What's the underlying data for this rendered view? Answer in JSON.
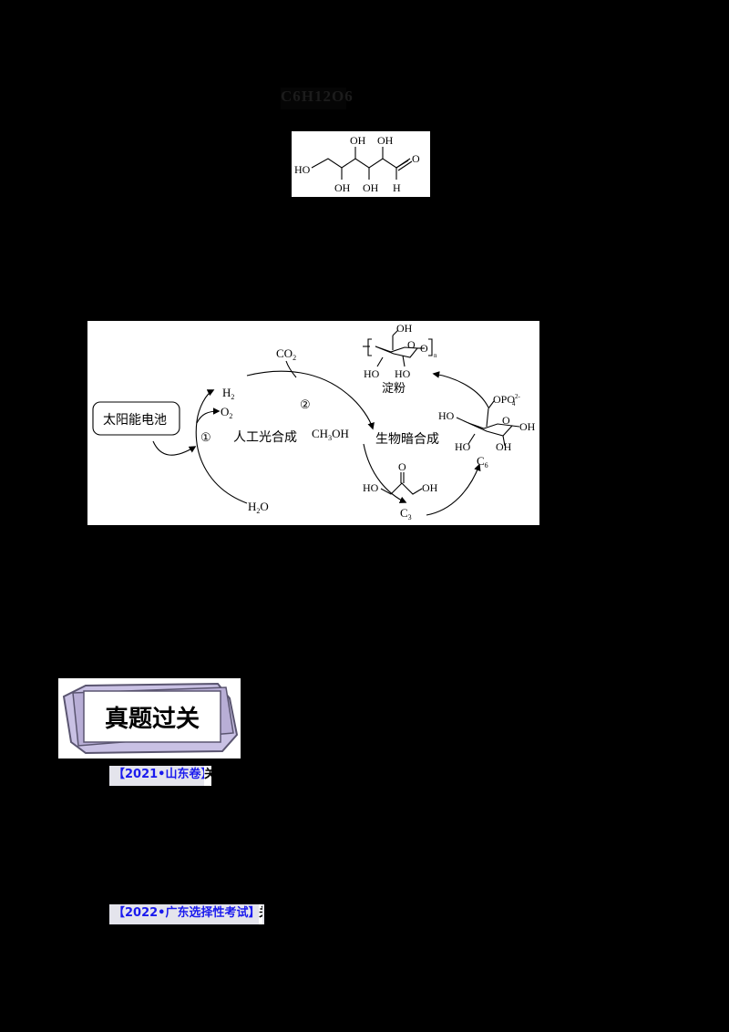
{
  "header": {
    "formula_blurred": "C6H12O6"
  },
  "glucose_structure": {
    "groups_top": [
      "OH",
      "OH"
    ],
    "groups_bottom": [
      "OH",
      "OH",
      "H"
    ],
    "group_left": "HO",
    "group_right": "O"
  },
  "diagram": {
    "solar_cell_label": "太阳能电池",
    "step1_marker": "①",
    "step2_marker": "②",
    "artificial_photosynthesis_label": "人工光合成",
    "bio_dark_synthesis_label": "生物暗合成",
    "species": {
      "h2": "H",
      "h2_sub": "2",
      "o2": "O",
      "o2_sub": "2",
      "h2o_h": "H",
      "h2o_sub": "2",
      "h2o_o": "O",
      "co2": "CO",
      "co2_sub": "2",
      "methanol_pre": "CH",
      "methanol_sub": "3",
      "methanol_post": "OH",
      "c3": "C",
      "c3_sub": "3",
      "c6": "C",
      "c6_sub": "6"
    },
    "c3_structure": {
      "left": "HO",
      "right": "OH",
      "top": "O"
    },
    "c6_structure": {
      "phosphate": "OPO",
      "phosphate_sup": "2-",
      "phosphate_sub": "4",
      "ring_o": "O",
      "groups": [
        "HO",
        "OH",
        "HO",
        "OH"
      ]
    },
    "starch_structure": {
      "top": "OH",
      "ring_o": "O",
      "link_o": "O",
      "repeat": "n",
      "bottom": [
        "HO",
        "HO"
      ],
      "label": "淀粉"
    }
  },
  "banner": {
    "title": "真题过关"
  },
  "questions": [
    {
      "source_tag": "【2021•山东卷】",
      "tail": "关"
    },
    {
      "source_tag": "【2022•广东选择性考试】",
      "tail": "关"
    }
  ],
  "colors": {
    "page_background": "#000000",
    "tag_text": "#1a1aee",
    "tag_background": "#e4e4ec",
    "banner_frame": "#b8aed6",
    "banner_border": "#5a5570"
  }
}
